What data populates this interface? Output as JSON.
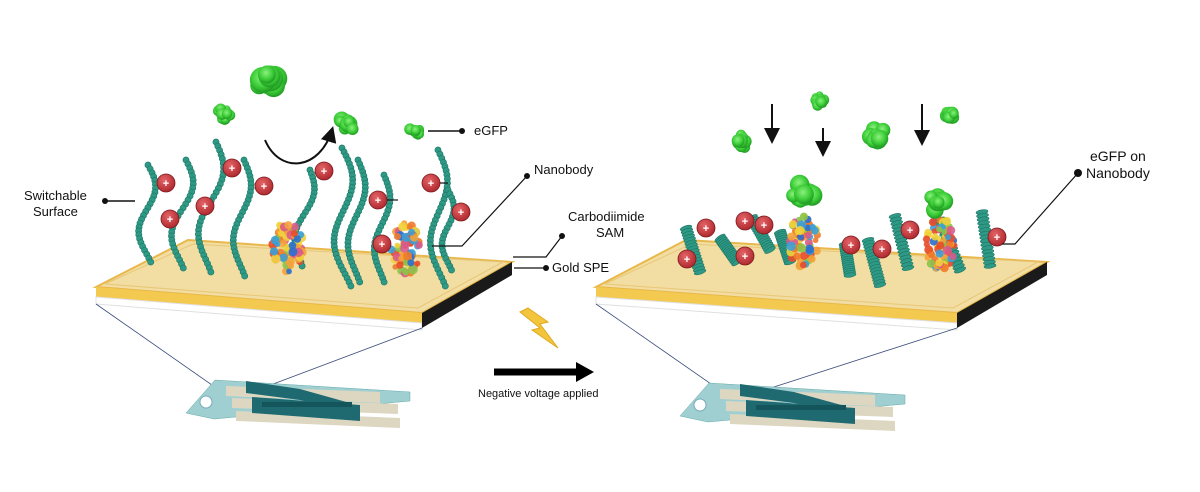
{
  "labels": {
    "switchable_surface_line1": "Switchable",
    "switchable_surface_line2": "Surface",
    "egfp": "eGFP",
    "nanobody": "Nanobody",
    "carbodiimide_line1": "Carbodiimide",
    "carbodiimide_line2": "SAM",
    "gold_spe": "Gold SPE",
    "negative_voltage": "Negative voltage applied",
    "egfp_on_nanobody_line1": "eGFP on",
    "egfp_on_nanobody_line2": "Nanobody",
    "charge_symbol": "+"
  },
  "colors": {
    "gold_surface": "#f2dda2",
    "gold_edge": "#e8b84a",
    "black_edge": "#1a1a1a",
    "polymer_bead": "#2e9a85",
    "charge_fill": "#c8373c",
    "egfp_green": "#3fcf3a",
    "electrode_teal": "#1f6a70",
    "electrode_beige": "#ddd7c2",
    "lightning": "#f2c53d",
    "arrow": "#111111"
  }
}
